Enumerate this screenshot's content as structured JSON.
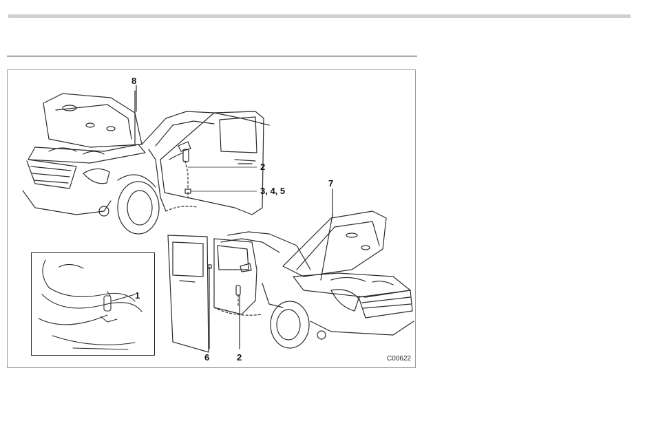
{
  "figure": {
    "code": "C00622",
    "callouts": {
      "c8": "8",
      "c2a": "2",
      "c345": "3, 4, 5",
      "c7": "7",
      "c1": "1",
      "c6": "6",
      "c2b": "2"
    }
  }
}
